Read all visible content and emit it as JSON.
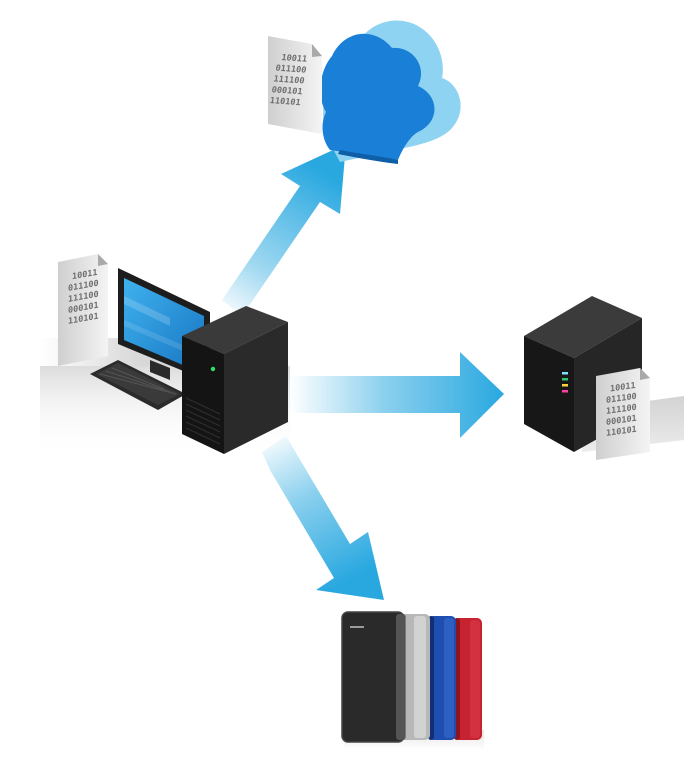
{
  "document_binary": [
    "10011",
    "011100",
    "111100",
    "000101",
    "110101"
  ],
  "colors": {
    "arrow": "#29a8e0",
    "cloud_front": "#1a7fd6",
    "cloud_side": "#8fd3f2",
    "tower": "#232323",
    "drive_black": "#2a2a2a",
    "drive_silver": "#b8b8b8",
    "drive_blue": "#1e4fb0",
    "drive_red": "#c62230"
  },
  "icons": {
    "source": "desktop-computer-icon",
    "cloud_target": "cloud-storage-icon",
    "server_target": "server-icon",
    "drive_target": "external-hard-drives-icon",
    "file": "binary-document-icon"
  }
}
